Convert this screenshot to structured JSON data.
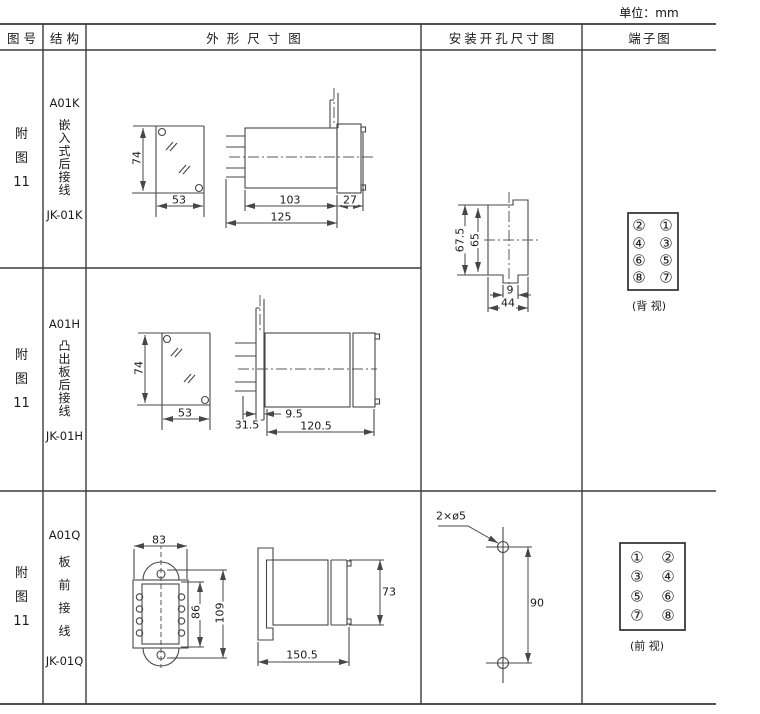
{
  "unit_label": "单位：mm",
  "header": {
    "col_fig": "图号",
    "col_struct": "结构",
    "col_outline": "外形尺寸图",
    "col_install": "安装开孔尺寸图",
    "col_terminal": "端子图"
  },
  "rows": [
    {
      "fig": [
        "附",
        "图",
        "11"
      ],
      "model": "A01K",
      "desc": [
        "嵌",
        "入",
        "式",
        "后",
        "接",
        "线"
      ],
      "code": "JK-01K"
    },
    {
      "fig": [
        "附",
        "图",
        "11"
      ],
      "model": "A01H",
      "desc": [
        "凸",
        "出",
        "板",
        "后",
        "接",
        "线"
      ],
      "code": "JK-01H"
    },
    {
      "fig": [
        "附",
        "图",
        "11"
      ],
      "model": "A01Q",
      "desc": [
        "板",
        "前",
        "接",
        "线"
      ],
      "code": "JK-01Q"
    }
  ],
  "outline1": {
    "height": "74",
    "width": "53",
    "body_depth": "103",
    "flange_depth": "27",
    "total_depth": "125"
  },
  "outline2": {
    "height": "74",
    "width": "53",
    "tab_offset": "9.5",
    "front_depth": "31.5",
    "body_depth": "120.5"
  },
  "outline3": {
    "width": "83",
    "inner_height": "86",
    "height": "109",
    "side_height": "73",
    "depth": "150.5"
  },
  "install12": {
    "outer_height": "67.5",
    "inner_height": "65",
    "notch_width": "9",
    "width": "44"
  },
  "install3": {
    "hole_note": "2×ø5",
    "hole_spacing": "90"
  },
  "terminal12": {
    "pins": [
      "②",
      "①",
      "④",
      "③",
      "⑥",
      "⑤",
      "⑧",
      "⑦"
    ],
    "view_label": "(背 视)"
  },
  "terminal3": {
    "pins": [
      "①",
      "②",
      "③",
      "④",
      "⑤",
      "⑥",
      "⑦",
      "⑧"
    ],
    "view_label": "(前 视)"
  }
}
